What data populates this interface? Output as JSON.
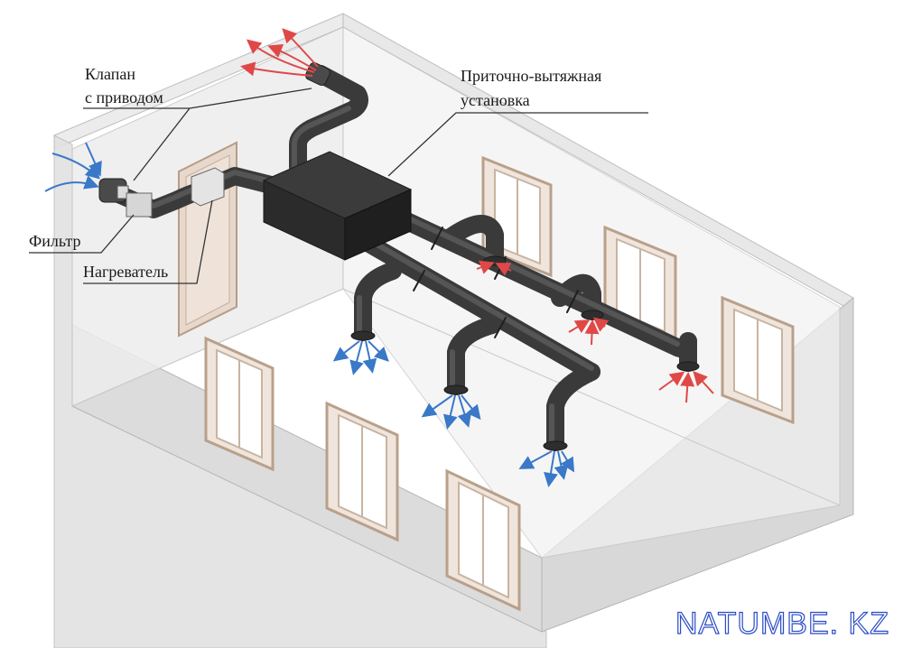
{
  "diagram": {
    "labels": {
      "valve_line1": "Клапан",
      "valve_line2": "с приводом",
      "unit_line1": "Приточно-вытяжная",
      "unit_line2": "установка",
      "filter": "Фильтр",
      "heater": "Нагреватель"
    },
    "watermark": "NATUMBE. KZ",
    "colors": {
      "wall_fill": "#e4e4e4",
      "wall_edge": "#b9b9b9",
      "duct": "#3f3f3f",
      "duct_highlight": "#8a8a8a",
      "unit_top": "#3a3a3a",
      "unit_side": "#262626",
      "window_frame": "#c9b49f",
      "supply_arrow": "#3a78c8",
      "exhaust_arrow": "#e04848",
      "watermark": "#2a4cc4"
    }
  }
}
